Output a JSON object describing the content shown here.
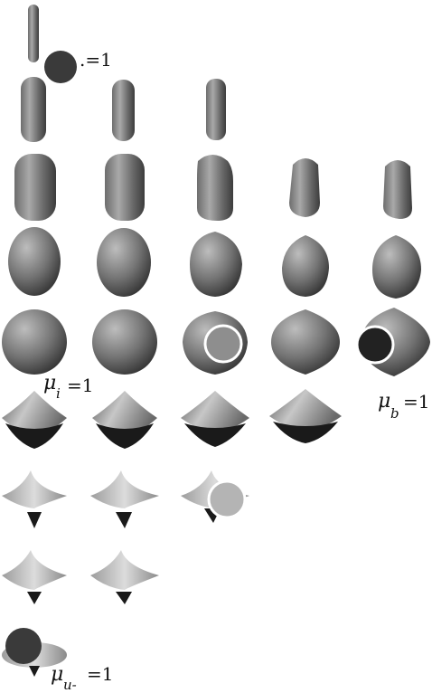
{
  "figure": {
    "labels": [
      {
        "id": "label-top",
        "symbol": "",
        "subscript": "",
        "suffix": ".=1"
      },
      {
        "id": "label-mu-i",
        "symbol": "μ",
        "subscript": "i",
        "suffix": "=1"
      },
      {
        "id": "label-mu-b",
        "symbol": "μ",
        "subscript": "b",
        "suffix": "=1"
      },
      {
        "id": "label-mu-u",
        "symbol": "μ",
        "subscript": "u-",
        "suffix": "=1"
      }
    ],
    "rows": [
      {
        "shape": "thin-rod",
        "count": 1
      },
      {
        "shape": "cylinder",
        "count": 3
      },
      {
        "shape": "capsule",
        "count": 5
      },
      {
        "shape": "egg",
        "count": 5
      },
      {
        "shape": "sphere",
        "count": 5
      },
      {
        "shape": "cone-top",
        "count": 4
      },
      {
        "shape": "spinning-top",
        "count": 3
      },
      {
        "shape": "flat-top",
        "count": 2
      },
      {
        "shape": "disk",
        "count": 1
      }
    ],
    "markers": [
      {
        "id": "marker-top",
        "style": "dark",
        "fill": "#3a3a3a"
      },
      {
        "id": "marker-sphere-3",
        "style": "ring",
        "fill": "#8e8e8e"
      },
      {
        "id": "marker-sphere-5",
        "style": "ring",
        "fill": "#222222"
      },
      {
        "id": "marker-top-3",
        "style": "ring",
        "fill": "#b4b4b4"
      },
      {
        "id": "marker-disk",
        "style": "dark",
        "fill": "#3a3a3a"
      }
    ],
    "colors": {
      "body_light": "#c9c9c9",
      "body_mid": "#8a8a8a",
      "body_dark": "#3e3e3e",
      "shadow": "#1a1a1a",
      "ring": "#ffffff"
    }
  }
}
